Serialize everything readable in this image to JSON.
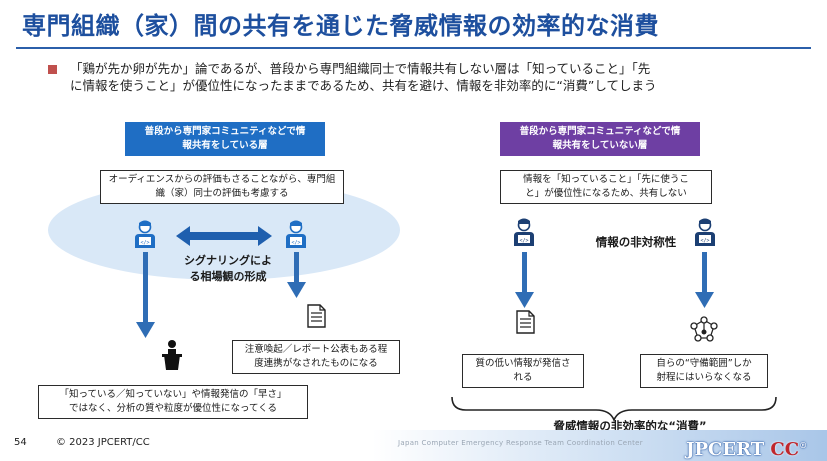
{
  "slide": {
    "title": "専門組織（家）間の共有を通じた脅威情報の効率的な消費",
    "lead_line1": "「鶏が先か卵が先か」論であるが、普段から専門組織同士で情報共有しない層は「知っていること」「先",
    "lead_line2": "に情報を使うこと」が優位性になったままであるため、共有を避け、情報を非効率的に“消費”してしまう"
  },
  "left_panel": {
    "header_line1": "普段から専門家コミュニティなどで情",
    "header_line2": "報共有をしている層",
    "note_top_line1": "オーディエンスからの評価もさることながら、専門組",
    "note_top_line2": "織（家）同士の評価も考慮する",
    "signal_line1": "シグナリングによ",
    "signal_line2": "る相場観の形成",
    "note_right_line1": "注意喚起／レポート公表もある程",
    "note_right_line2": "度連携がなされたものになる",
    "note_bottom_line1": "「知っている／知っていない」や情報発信の「早さ」",
    "note_bottom_line2": "ではなく、分析の質や粒度が優位性になってくる"
  },
  "right_panel": {
    "header_line1": "普段から専門家コミュニティなどで情",
    "header_line2": "報共有をしていない層",
    "note_top_line1": "情報を「知っていること」「先に使うこ",
    "note_top_line2": "と」が優位性になるため、共有しない",
    "asymmetry": "情報の非対称性",
    "note_left_line1": "質の低い情報が発信さ",
    "note_left_line2": "れる",
    "note_right_line1": "自らの“守備範囲”しか",
    "note_right_line2": "射程にはいらなくなる",
    "inefficient": "脅威情報の非効率的な“消費”"
  },
  "footer": {
    "page_number": "54",
    "copyright": "© 2023  JPCERT/CC",
    "org_name": "Japan Computer Emergency Response Team  Coordination Center",
    "logo_main": "JPCERT",
    "logo_cc": "CC",
    "logo_reg": "®"
  },
  "colors": {
    "title": "#1d4f9e",
    "left_header": "#1f6ec4",
    "right_header": "#6e3fa3",
    "arrow_blue": "#2f6db5",
    "bullet": "#c0504d",
    "ellipse": "#d9e8f7"
  }
}
